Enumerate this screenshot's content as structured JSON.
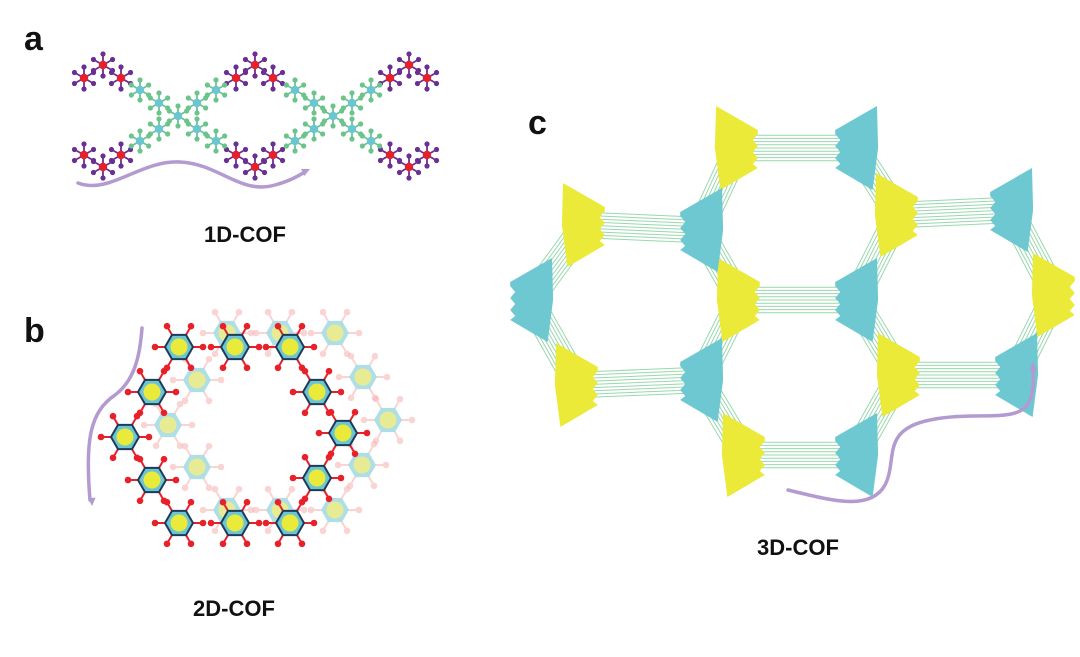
{
  "panels": {
    "a": {
      "letter": "a",
      "caption": "1D-COF"
    },
    "b": {
      "letter": "b",
      "caption": "2D-COF"
    },
    "c": {
      "letter": "c",
      "caption": "3D-COF"
    }
  },
  "colors": {
    "node_red": "#e8202a",
    "arm_purple": "#6a2f92",
    "node_cyan": "#6cc6d2",
    "arm_green": "#6cc48c",
    "arrow": "#b39ad0",
    "hex_fill": "#6cc6d2",
    "hex_core": "#eaea3a",
    "hex_border": "#1e3a5a",
    "fan_yellow": "#ecea38",
    "fan_cyan": "#6ec8d2",
    "link_green": "#7fcf98"
  }
}
